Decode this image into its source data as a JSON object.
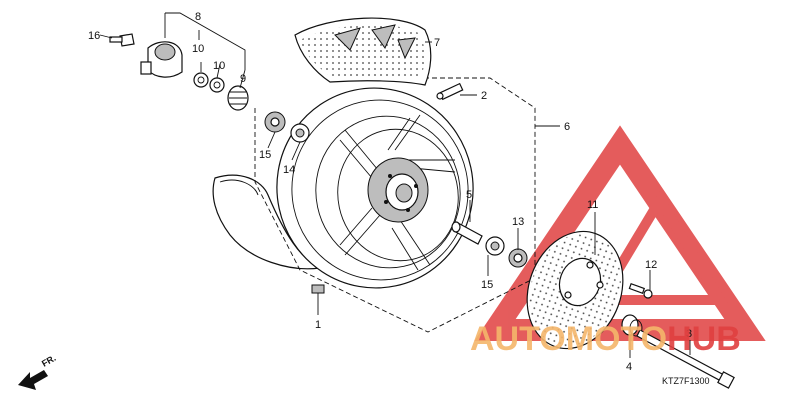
{
  "diagram": {
    "code": "KTZ7F1300",
    "direction": "FR.",
    "watermark": {
      "part1": "AUTO",
      "part2": "MOTO",
      "part3": "HUB",
      "color1": "#f5b66b",
      "color2": "#e04040"
    },
    "callouts": [
      {
        "id": "c1",
        "label": "1"
      },
      {
        "id": "c2",
        "label": "2"
      },
      {
        "id": "c3",
        "label": "3"
      },
      {
        "id": "c4",
        "label": "4"
      },
      {
        "id": "c5",
        "label": "5"
      },
      {
        "id": "c6",
        "label": "6"
      },
      {
        "id": "c7",
        "label": "7"
      },
      {
        "id": "c8",
        "label": "8"
      },
      {
        "id": "c9",
        "label": "9"
      },
      {
        "id": "c10a",
        "label": "10"
      },
      {
        "id": "c10b",
        "label": "10"
      },
      {
        "id": "c11",
        "label": "11"
      },
      {
        "id": "c12",
        "label": "12"
      },
      {
        "id": "c13",
        "label": "13"
      },
      {
        "id": "c14",
        "label": "14"
      },
      {
        "id": "c15a",
        "label": "15"
      },
      {
        "id": "c15b",
        "label": "15"
      },
      {
        "id": "c16",
        "label": "16"
      }
    ]
  }
}
